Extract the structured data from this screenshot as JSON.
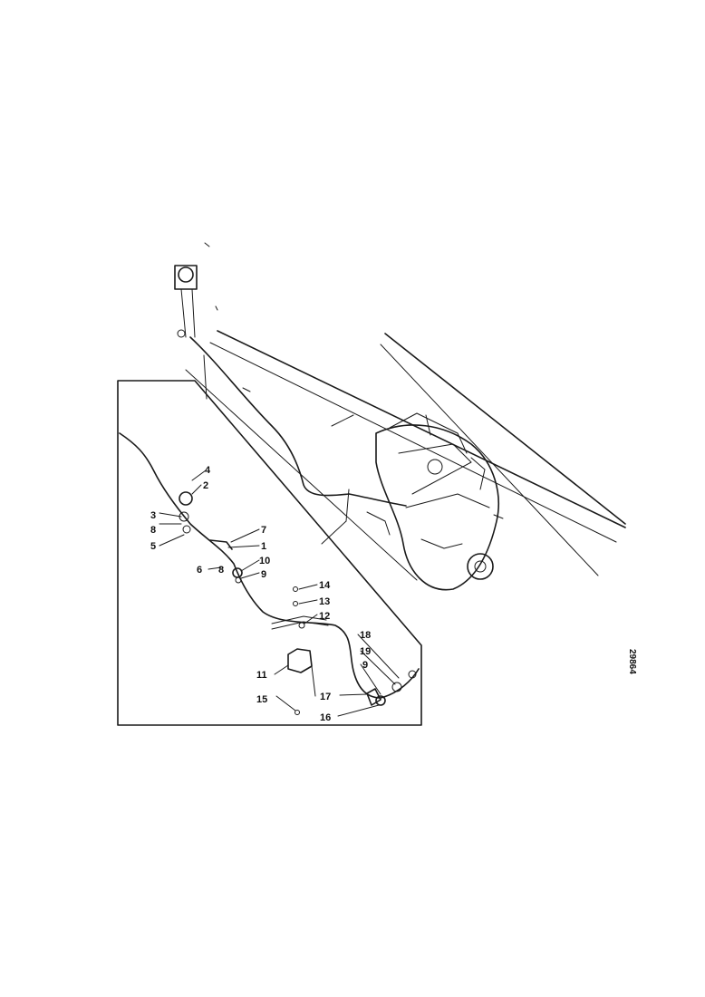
{
  "drawing_number": "29864",
  "callouts": [
    {
      "id": "c4",
      "text": "4"
    },
    {
      "id": "c2",
      "text": "2"
    },
    {
      "id": "c3",
      "text": "3"
    },
    {
      "id": "c8a",
      "text": "8"
    },
    {
      "id": "c5",
      "text": "5"
    },
    {
      "id": "c7",
      "text": "7"
    },
    {
      "id": "c1",
      "text": "1"
    },
    {
      "id": "c6",
      "text": "6"
    },
    {
      "id": "c8b",
      "text": "8"
    },
    {
      "id": "c10",
      "text": "10"
    },
    {
      "id": "c9a",
      "text": "9"
    },
    {
      "id": "c14",
      "text": "14"
    },
    {
      "id": "c13",
      "text": "13"
    },
    {
      "id": "c12",
      "text": "12"
    },
    {
      "id": "c18",
      "text": "18"
    },
    {
      "id": "c19",
      "text": "19"
    },
    {
      "id": "c9b",
      "text": "9"
    },
    {
      "id": "c11",
      "text": "11"
    },
    {
      "id": "c15",
      "text": "15"
    },
    {
      "id": "c17",
      "text": "17"
    },
    {
      "id": "c16",
      "text": "16"
    }
  ]
}
